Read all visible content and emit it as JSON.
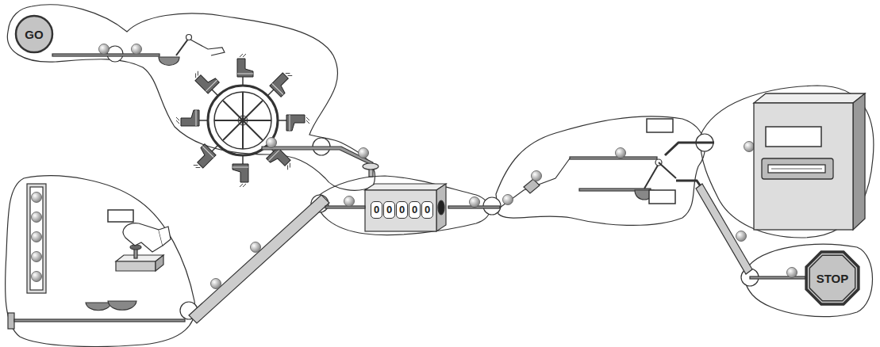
{
  "diagram": {
    "nodes": [
      {
        "text": [
          "GO"
        ]
      },
      {
        "text": [
          "STOP"
        ]
      }
    ],
    "labels": [
      "0",
      "0",
      "0",
      "0",
      "0"
    ]
  }
}
